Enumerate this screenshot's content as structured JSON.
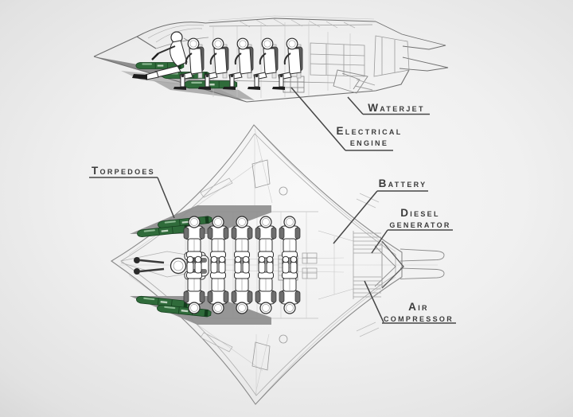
{
  "labels": {
    "torpedoes": "Torpedoes",
    "waterjet": "Waterjet",
    "electrical_engine": [
      "Electrical",
      "engine"
    ],
    "battery": "Battery",
    "diesel_generator": [
      "Diesel",
      "generator"
    ],
    "air_compressor": [
      "Air",
      "compressor"
    ]
  },
  "colors": {
    "torpedo_green": "#2f6b3a",
    "torpedo_green_light": "#8cb892",
    "hull_shade_gray": "#8e8e8e",
    "label_text": "#3b3b3b",
    "leader_line": "#464646",
    "background_center": "#f8f8f8",
    "background_edge": "#c8c8c8"
  }
}
